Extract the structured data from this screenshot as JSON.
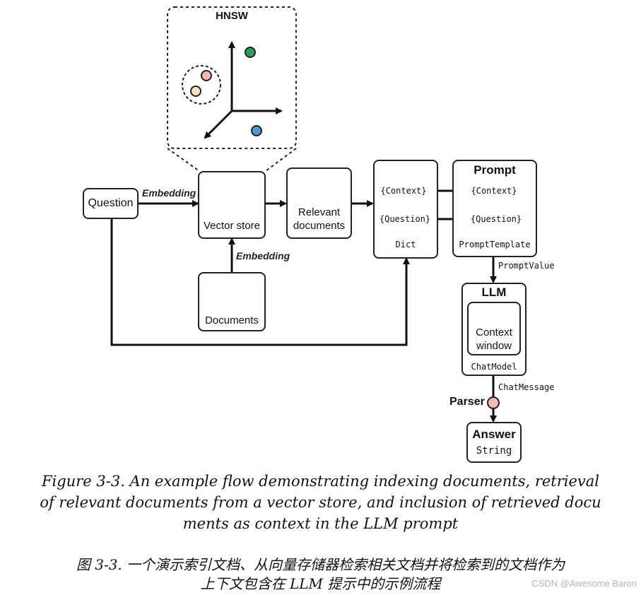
{
  "diagram": {
    "hnsw_title": "HNSW",
    "question": "Question",
    "embedding_top": "Embedding",
    "embedding_bottom": "Embedding",
    "vector_store": "Vector store",
    "vector_store_icon": "{ }",
    "relevant_documents_line1": "Relevant",
    "relevant_documents_line2": "documents",
    "documents": "Documents",
    "dict": {
      "context": "{Context}",
      "question": "{Question}",
      "label": "Dict"
    },
    "prompt": {
      "title": "Prompt",
      "context": "{Context}",
      "question": "{Question}",
      "label": "PromptTemplate"
    },
    "prompt_value": "PromptValue",
    "llm": {
      "title": "LLM",
      "context_line1": "Context",
      "context_line2": "window",
      "label": "ChatModel"
    },
    "chat_message": "ChatMessage",
    "parser": "Parser",
    "answer": {
      "title": "Answer",
      "type": "String"
    },
    "colors": {
      "cluster_pink": "#f2b8b5",
      "cluster_cream": "#fbe3c4",
      "green": "#2e9e5b",
      "blue": "#4f96d3",
      "store_blue": "#1e74c6",
      "doc_pink": "#f0a4a0",
      "doc_green": "#2a8f55",
      "doc_navy": "#1d4f8c"
    }
  },
  "caption": {
    "en_line1": "Figure 3-3. An example flow demonstrating indexing documents, retrieval",
    "en_line2": "of relevant documents from a vector store, and inclusion of retrieved docu",
    "en_line3": "ments as context in the LLM prompt",
    "zh_line1": "图 3-3. 一个演示索引文档、从向量存储器检索相关文档并将检索到的文档作为",
    "zh_line2": "上下文包含在 LLM 提示中的示例流程"
  },
  "watermark": "CSDN @Awesome Baron"
}
